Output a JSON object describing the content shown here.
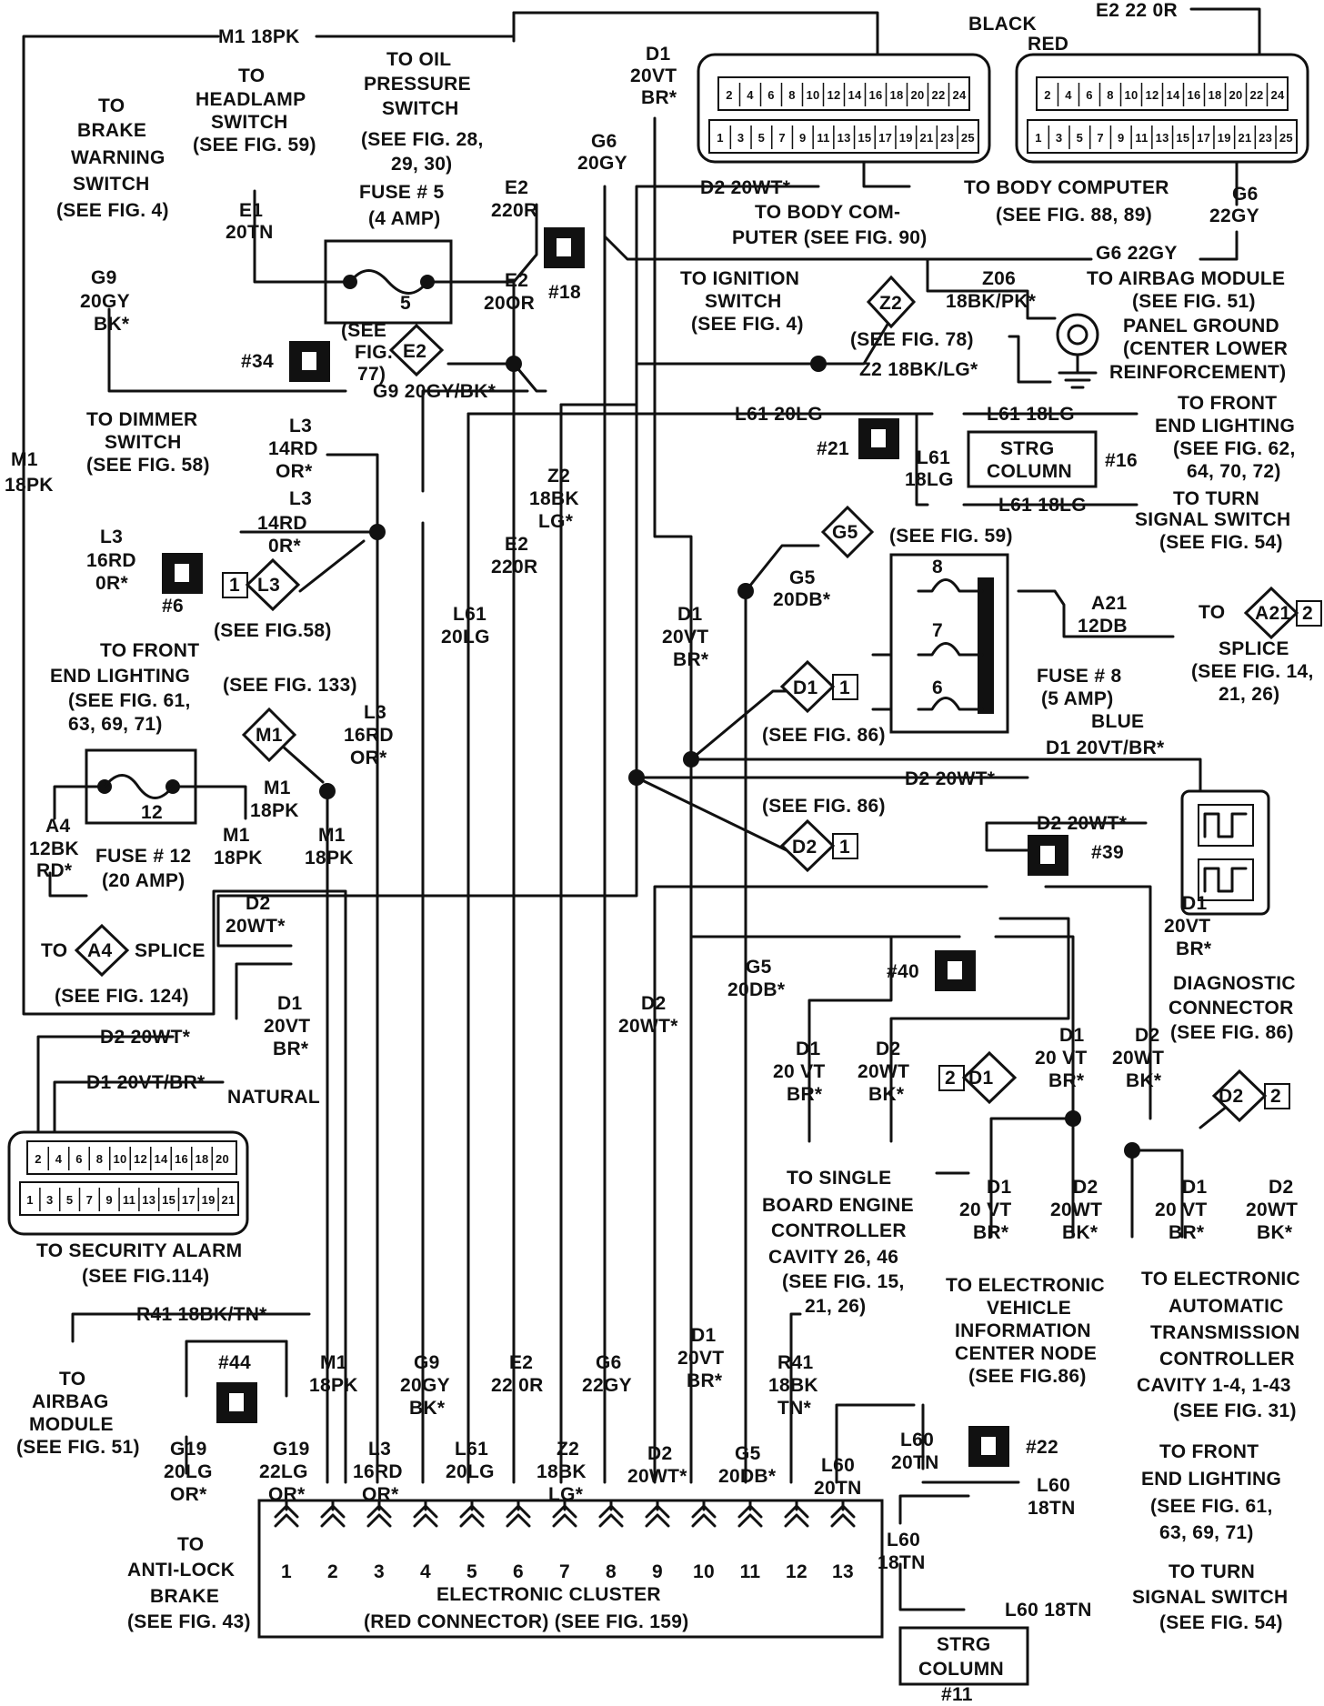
{
  "labels": {
    "m1_top": "M1 18PK",
    "e2_top": "E2 22 0R",
    "black": "BLACK",
    "red": "RED",
    "d1_top1": "D1",
    "d1_top2": "20VT",
    "d1_top3": "BR*",
    "oil1": "TO OIL",
    "oil2": "PRESSURE",
    "oil3": "SWITCH",
    "oil4": "(SEE FIG. 28,",
    "oil5": "29, 30)",
    "hl1": "TO",
    "hl2": "HEADLAMP",
    "hl3": "SWITCH",
    "hl4": "(SEE FIG. 59)",
    "bw1": "TO",
    "bw2": "BRAKE",
    "bw3": "WARNING",
    "bw4": "SWITCH",
    "bw5": "(SEE FIG. 4)",
    "g6a": "G6",
    "g6b": "20GY",
    "d2_20wt_1": "D2 20WT*",
    "bc_a1": "TO BODY COM-",
    "bc_a2": "PUTER (SEE FIG. 90)",
    "bc_b": "TO BODY COMPUTER",
    "bc_b2": "(SEE FIG. 88, 89)",
    "g6_22gy_a": "G6",
    "g6_22gy_b": "22GY",
    "g6_22gy_c": "G6 22GY",
    "e1a": "E1",
    "e1b": "20TN",
    "fuse5a": "FUSE # 5",
    "fuse5b": "(4 AMP)",
    "fuse5num": "5",
    "e2_220r_a": "E2",
    "e2_220r_b": "220R",
    "s18": "#18",
    "ign1": "TO IGNITION",
    "ign2": "SWITCH",
    "ign3": "(SEE FIG. 4)",
    "z2": "Z2",
    "see78": "(SEE FIG. 78)",
    "z06a": "Z06",
    "z06b": "18BK/PK*",
    "airbag1": "TO AIRBAG MODULE",
    "airbag2": "(SEE FIG. 51)",
    "pg1": "PANEL GROUND",
    "pg2": "(CENTER LOWER",
    "pg3": "REINFORCEMENT)",
    "z2_18": "Z2 18BK/LG*",
    "g9a": "G9",
    "g9b": "20GY",
    "g9c": "BK*",
    "e2_20or_a": "E2",
    "e2_20or_b": "20OR",
    "see77a": "(SEE",
    "see77b": "FIG.",
    "see77c": "77)",
    "s34": "#34",
    "e2d": "E2",
    "g9_combo": "G9 20GY/BK*",
    "dim1": "TO DIMMER",
    "dim2": "SWITCH",
    "dim3": "(SEE FIG. 58)",
    "l3a": "L3",
    "l3b": "14RD",
    "l3c": "OR*",
    "l61_20lg": "L61 20LG",
    "l61_18lg": "L61 18LG",
    "fel1": "TO FRONT",
    "fel2": "END LIGHTING",
    "fel3": "(SEE FIG. 62,",
    "fel4": "64, 70, 72)",
    "s21": "#21",
    "l61a": "L61",
    "l61b": "18LG",
    "strg1": "STRG",
    "strg2": "COLUMN",
    "s16": "#16",
    "turn1": "TO TURN",
    "turn2": "SIGNAL SWITCH",
    "turn3": "(SEE FIG. 54)",
    "z2b_a": "Z2",
    "z2b_b": "18BK",
    "z2b_c": "LG*",
    "l3_16a": "L3",
    "l3_16b": "16RD",
    "l3_16c": "0R*",
    "s6": "#6",
    "l3_box": "L3",
    "l3_box_num": "1",
    "see58": "(SEE FIG.58)",
    "fel5": "TO FRONT",
    "fel6": "END LIGHTING",
    "fel7": "(SEE FIG. 61,",
    "fel8": "63, 69, 71)",
    "e2_220r_c": "E2",
    "e2_220r_d": "220R",
    "l61_20_a": "L61",
    "l61_20_b": "20LG",
    "see59": "(SEE FIG. 59)",
    "g5": "G5",
    "g5_20db_a": "G5",
    "g5_20db_b": "20DB*",
    "d1_mid_a": "D1",
    "d1_mid_b": "20VT",
    "d1_mid_c": "BR*",
    "f8": "8",
    "f7": "7",
    "f6": "6",
    "a21a": "A21",
    "a21b": "12DB",
    "to": "TO",
    "a21_box": "A21",
    "a21_num": "2",
    "splice": "SPLICE",
    "splice_fig1": "(SEE FIG. 14,",
    "splice_fig2": "21, 26)",
    "fuse8a": "FUSE # 8",
    "fuse8b": "(5 AMP)",
    "blue": "BLUE",
    "d1_20vtbr": "D1 20VT/BR*",
    "see133": "(SEE FIG. 133)",
    "m1_box": "M1",
    "l3_16d": "L3",
    "l3_16e": "16RD",
    "l3_16f": "OR*",
    "d1_box": "D1",
    "d1_box_num": "1",
    "see86": "(SEE FIG. 86)",
    "d2_20wt_2": "D2 20WT*",
    "see86b": "(SEE FIG. 86)",
    "d2_box": "D2",
    "d2_box_num": "1",
    "d2_20wt_3": "D2 20WT*",
    "s39": "#39",
    "a4a": "A4",
    "a4b": "12BK",
    "a4c": "RD*",
    "f12num": "12",
    "fuse12a": "FUSE # 12",
    "fuse12b": "(20 AMP)",
    "m1_18pk_a": "M1",
    "m1_18pk_b": "18PK",
    "m1_left_a": "M1",
    "m1_left_b": "18PK",
    "to_a4": "TO",
    "a4_box": "A4",
    "a4_splice": "SPLICE",
    "see124": "(SEE FIG. 124)",
    "d2_left_a": "D2",
    "d2_left_b": "20WT*",
    "d1_diag_a": "D1",
    "d1_diag_b": "20VT",
    "d1_diag_c": "BR*",
    "diag1": "DIAGNOSTIC",
    "diag2": "CONNECTOR",
    "diag3": "(SEE FIG. 86)",
    "s40": "#40",
    "g5_20db_c": "G5",
    "g5_20db_d": "20DB*",
    "d2_20wt_4": "D2",
    "d2_20wt_5": "20WT*",
    "d1_20vt_6": "D1",
    "d1_20vt_7": "20VT",
    "d1_20vt_8": "BR*",
    "d2_20wt_sec": "D2 20WT*",
    "d1_20vtbr_sec": "D1 20VT/BR*",
    "natural": "NATURAL",
    "sec1": "TO SECURITY ALARM",
    "sec2": "(SEE FIG.114)",
    "sbec_d1a": "D1",
    "sbec_d1b": "20 VT",
    "sbec_d1c": "BR*",
    "sbec_d2a": "D2",
    "sbec_d2b": "20WT",
    "sbec_d2c": "BK*",
    "sbec1": "TO SINGLE",
    "sbec2": "BOARD ENGINE",
    "sbec3": "CONTROLLER",
    "sbec4": "CAVITY 26, 46",
    "sbec5": "(SEE FIG. 15,",
    "sbec6": "21, 26)",
    "d1_node_a": "D1",
    "d1_node_b": "20 VT",
    "d1_node_c": "BR*",
    "d2_node_a": "D2",
    "d2_node_b": "20WT",
    "d2_node_c": "BK*",
    "d1box2": "D1",
    "d1box2_num": "2",
    "d2box2": "D2",
    "d2box2_num": "2",
    "evic1": "TO ELECTRONIC",
    "evic2": "VEHICLE",
    "evic3": "INFORMATION",
    "evic4": "CENTER NODE",
    "evic5": "(SEE FIG.86)",
    "eatx1": "TO ELECTRONIC",
    "eatx2": "AUTOMATIC",
    "eatx3": "TRANSMISSION",
    "eatx4": "CONTROLLER",
    "eatx5": "CAVITY 1-4, 1-43",
    "eatx6": "(SEE FIG. 31)",
    "r41": "R41 18BK/TN*",
    "ab1": "TO",
    "ab2": "AIRBAG",
    "ab3": "MODULE",
    "ab4": "(SEE FIG. 51)",
    "s44": "#44",
    "g19a": "G19",
    "g19b": "20LG",
    "g19c": "OR*",
    "g19d": "G19",
    "g19e": "22LG",
    "g19f": "OR*",
    "abs1": "TO",
    "abs2": "ANTI-LOCK",
    "abs3": "BRAKE",
    "abs4": "(SEE FIG. 43)",
    "cm1a": "M1",
    "cm1b": "18PK",
    "cl3a": "L3",
    "cl3b": "16RD",
    "cl3c": "OR*",
    "cg9a": "G9",
    "cg9b": "20GY",
    "cg9c": "BK*",
    "cl61a": "L61",
    "cl61b": "20LG",
    "ce2a": "E2",
    "ce2b": "22 0R",
    "cz2a": "Z2",
    "cz2b": "18BK",
    "cz2c": "LG*",
    "cg6a": "G6",
    "cg6b": "22GY",
    "cd2a": "D2",
    "cd2b": "20WT*",
    "cd1a": "D1",
    "cd1b": "20VT",
    "cd1c": "BR*",
    "cg5a": "G5",
    "cg5b": "20DB*",
    "cr41a": "R41",
    "cr41b": "18BK",
    "cr41c": "TN*",
    "l60a": "L60",
    "l60b": "20TN",
    "l60c": "L60",
    "l60d": "20TN",
    "s22": "#22",
    "l60e": "L60",
    "l60f": "18TN",
    "l60g": "L60",
    "l60h": "18TN",
    "l60_18tn": "L60 18TN",
    "fel9": "TO FRONT",
    "fel10": "END LIGHTING",
    "fel11": "(SEE FIG. 61,",
    "fel12": "63, 69, 71)",
    "turn4": "TO TURN",
    "turn5": "SIGNAL SWITCH",
    "turn6": "(SEE FIG. 54)",
    "cluster1": "ELECTRONIC CLUSTER",
    "cluster2": "(RED CONNECTOR) (SEE FIG. 159)",
    "strg3": "STRG",
    "strg4": "COLUMN",
    "s11": "#11"
  },
  "connector_pins": {
    "top_row": [
      "2",
      "4",
      "6",
      "8",
      "10",
      "12",
      "14",
      "16",
      "18",
      "20",
      "22",
      "24"
    ],
    "bottom_row": [
      "1",
      "3",
      "5",
      "7",
      "9",
      "11",
      "13",
      "15",
      "17",
      "19",
      "21",
      "23",
      "25"
    ],
    "sec_top": [
      "2",
      "4",
      "6",
      "8",
      "10",
      "12",
      "14",
      "16",
      "18",
      "20"
    ],
    "sec_bottom": [
      "1",
      "3",
      "5",
      "7",
      "9",
      "11",
      "13",
      "15",
      "17",
      "19",
      "21"
    ]
  },
  "cluster_pins": [
    "1",
    "2",
    "3",
    "4",
    "5",
    "6",
    "7",
    "8",
    "9",
    "10",
    "11",
    "12",
    "13"
  ]
}
